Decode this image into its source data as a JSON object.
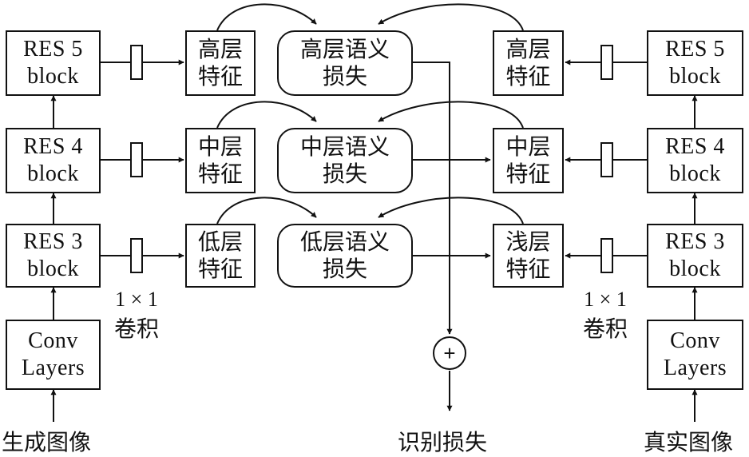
{
  "left": {
    "res5": [
      "RES 5",
      "block"
    ],
    "res4": [
      "RES 4",
      "block"
    ],
    "res3": [
      "RES 3",
      "block"
    ],
    "conv": [
      "Conv",
      "Layers"
    ],
    "conv_label": [
      "1 × 1",
      "卷积"
    ],
    "input": "生成图像"
  },
  "right": {
    "res5": [
      "RES 5",
      "block"
    ],
    "res4": [
      "RES 4",
      "block"
    ],
    "res3": [
      "RES 3",
      "block"
    ],
    "conv": [
      "Conv",
      "Layers"
    ],
    "conv_label": [
      "1 × 1",
      "卷积"
    ],
    "input": "真实图像"
  },
  "features_left": {
    "high": [
      "高层",
      "特征"
    ],
    "mid": [
      "中层",
      "特征"
    ],
    "low": [
      "低层",
      "特征"
    ]
  },
  "features_right": {
    "high": [
      "高层",
      "特征"
    ],
    "mid": [
      "中层",
      "特征"
    ],
    "low": [
      "浅层",
      "特征"
    ]
  },
  "losses": {
    "high": [
      "高层语义",
      "损失"
    ],
    "mid": [
      "中层语义",
      "损失"
    ],
    "low": [
      "低层语义",
      "损失"
    ]
  },
  "sum_symbol": "+",
  "output": "识别损失"
}
